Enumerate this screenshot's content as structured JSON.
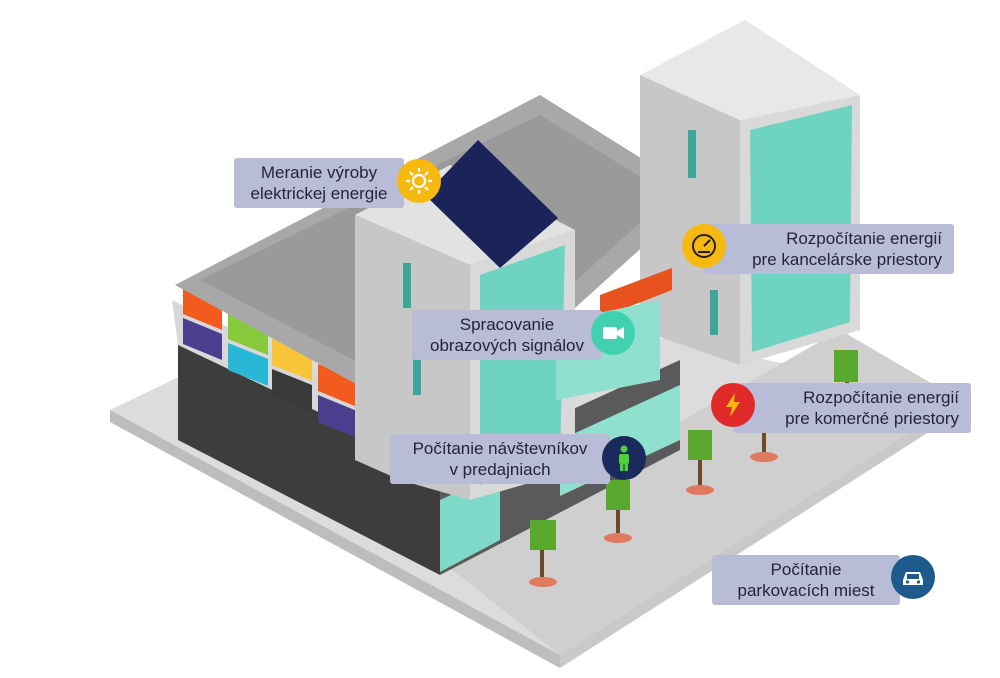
{
  "callouts": {
    "solar": {
      "line1": "Meranie výroby",
      "line2": "elektrickej energie",
      "icon": "sun-icon",
      "color": "#f5b90f"
    },
    "office": {
      "line1": "Rozpočítanie energií",
      "line2": "pre kancelárske priestory",
      "icon": "gauge-icon",
      "color": "#f5b90f"
    },
    "video": {
      "line1": "Spracovanie",
      "line2": "obrazových signálov",
      "icon": "video-camera-icon",
      "color": "#3fd1b0"
    },
    "commercial": {
      "line1": "Rozpočítanie energií",
      "line2": "pre komerčné priestory",
      "icon": "lightning-icon",
      "color": "#e02a2a"
    },
    "visitors": {
      "line1": "Počítanie návštevníkov",
      "line2": "v predajniach",
      "icon": "person-icon",
      "color": "#1b2a5c"
    },
    "parking": {
      "line1": "Počítanie",
      "line2": "parkovacích miest",
      "icon": "car-icon",
      "color": "#1f5a8c"
    }
  }
}
